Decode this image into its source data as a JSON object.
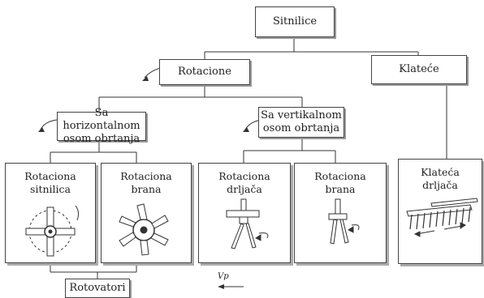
{
  "root": {
    "label": "Sitnilice"
  },
  "level1": [
    {
      "label": "Rotacione"
    },
    {
      "label": "Klateće"
    }
  ],
  "level2": [
    {
      "label": "Sa horizontalnom\nosom obrtanja"
    },
    {
      "label": "Sa vertikalnom\nosom obrtanja"
    }
  ],
  "machines": [
    {
      "label": "Rotaciona\nsitnilica",
      "icon": "rotary-tiller-icon"
    },
    {
      "label": "Rotaciona\nbrana",
      "icon": "rotary-harrow-star-icon"
    },
    {
      "label": "Rotaciona\ndrljača",
      "icon": "vertical-rotary-harrow-icon"
    },
    {
      "label": "Rotaciona\nbrana",
      "icon": "vertical-rotary-harrow-icon"
    },
    {
      "label": "Klateća\ndrljača",
      "icon": "reciprocating-harrow-icon"
    }
  ],
  "bottom_label": "Rotovatori",
  "velocity_label": "Vp"
}
